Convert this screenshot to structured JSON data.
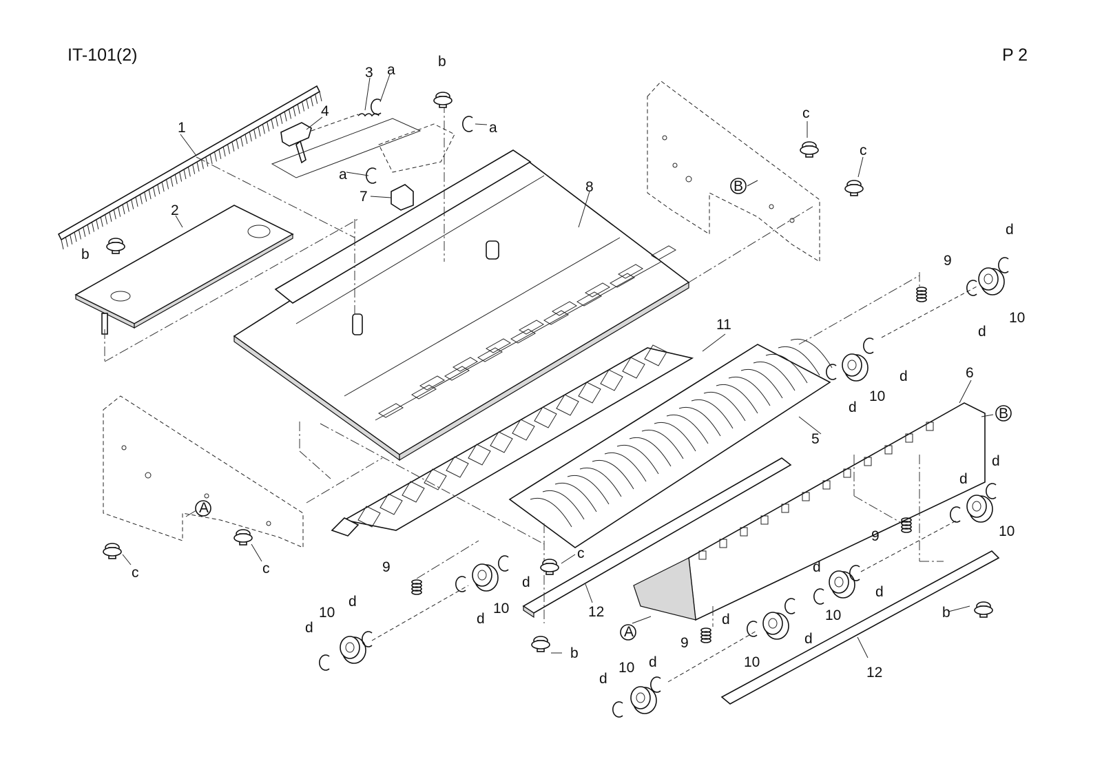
{
  "header": {
    "title": "IT-101(2)",
    "page": "P 2"
  },
  "callouts": [
    {
      "id": "c-1",
      "text": "1"
    },
    {
      "id": "c-2",
      "text": "2"
    },
    {
      "id": "c-3",
      "text": "3"
    },
    {
      "id": "c-4",
      "text": "4"
    },
    {
      "id": "c-a1",
      "text": "a"
    },
    {
      "id": "c-a2",
      "text": "a"
    },
    {
      "id": "c-a3",
      "text": "a"
    },
    {
      "id": "c-b1",
      "text": "b"
    },
    {
      "id": "c-b2",
      "text": "b"
    },
    {
      "id": "c-b3",
      "text": "b"
    },
    {
      "id": "c-b4",
      "text": "b"
    },
    {
      "id": "c-7",
      "text": "7"
    },
    {
      "id": "c-8",
      "text": "8"
    },
    {
      "id": "c-c1",
      "text": "c"
    },
    {
      "id": "c-c2",
      "text": "c"
    },
    {
      "id": "c-c3",
      "text": "c"
    },
    {
      "id": "c-c4",
      "text": "c"
    },
    {
      "id": "c-c5",
      "text": "c"
    },
    {
      "id": "c-B1",
      "text": "B"
    },
    {
      "id": "c-B2",
      "text": "B"
    },
    {
      "id": "c-A1",
      "text": "A"
    },
    {
      "id": "c-A2",
      "text": "A"
    },
    {
      "id": "c-9a",
      "text": "9"
    },
    {
      "id": "c-9b",
      "text": "9"
    },
    {
      "id": "c-9c",
      "text": "9"
    },
    {
      "id": "c-9d",
      "text": "9"
    },
    {
      "id": "c-10a",
      "text": "10"
    },
    {
      "id": "c-10b",
      "text": "10"
    },
    {
      "id": "c-10c",
      "text": "10"
    },
    {
      "id": "c-10d",
      "text": "10"
    },
    {
      "id": "c-10e",
      "text": "10"
    },
    {
      "id": "c-10f",
      "text": "10"
    },
    {
      "id": "c-10g",
      "text": "10"
    },
    {
      "id": "c-10h",
      "text": "10"
    },
    {
      "id": "c-11",
      "text": "11"
    },
    {
      "id": "c-5",
      "text": "5"
    },
    {
      "id": "c-6",
      "text": "6"
    },
    {
      "id": "c-12a",
      "text": "12"
    },
    {
      "id": "c-12b",
      "text": "12"
    },
    {
      "id": "c-d1",
      "text": "d"
    },
    {
      "id": "c-d2",
      "text": "d"
    },
    {
      "id": "c-d3",
      "text": "d"
    },
    {
      "id": "c-d4",
      "text": "d"
    },
    {
      "id": "c-d5",
      "text": "d"
    },
    {
      "id": "c-d6",
      "text": "d"
    },
    {
      "id": "c-d7",
      "text": "d"
    },
    {
      "id": "c-d8",
      "text": "d"
    },
    {
      "id": "c-d9",
      "text": "d"
    },
    {
      "id": "c-d10",
      "text": "d"
    },
    {
      "id": "c-d11",
      "text": "d"
    },
    {
      "id": "c-d12",
      "text": "d"
    },
    {
      "id": "c-d13",
      "text": "d"
    },
    {
      "id": "c-d14",
      "text": "d"
    },
    {
      "id": "c-d15",
      "text": "d"
    },
    {
      "id": "c-d16",
      "text": "d"
    }
  ]
}
